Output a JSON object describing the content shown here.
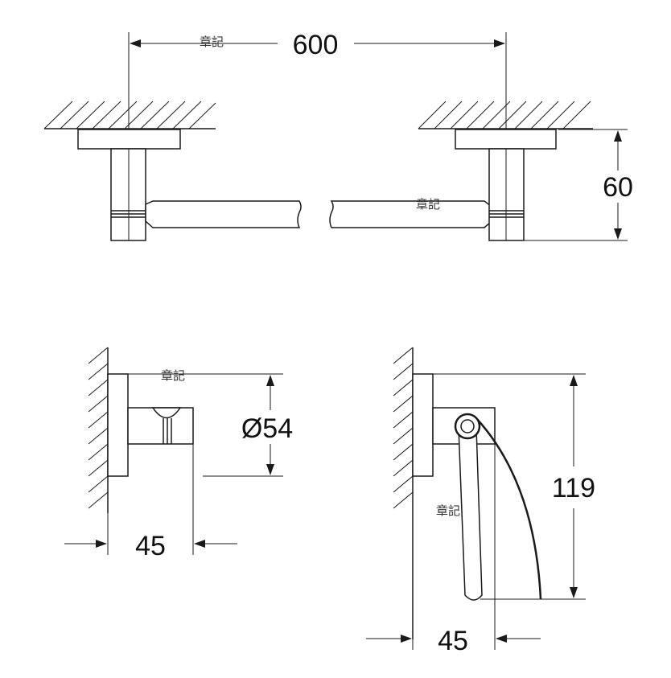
{
  "dimensions": {
    "towel_bar_width": "600",
    "towel_bar_depth": "60",
    "hook_diameter": "Ø54",
    "hook_depth": "45",
    "holder_height": "119",
    "holder_depth": "45"
  },
  "watermarks": [
    "章記",
    "章記",
    "章記",
    "章記"
  ]
}
